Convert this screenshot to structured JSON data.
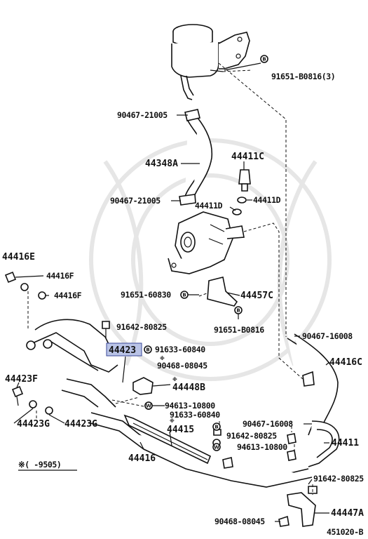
{
  "parts": {
    "p91651_b0816_3": "91651-B0816(3)",
    "p90467_21005_top": "90467-21005",
    "p44348a": "44348A",
    "p44411c": "44411C",
    "p90467_21005_mid": "90467-21005",
    "p44411d_left": "44411D",
    "p44411d_right": "44411D",
    "p44416e": "44416E",
    "p44416f_a": "44416F",
    "p44416f_b": "44416F",
    "p91651_60830": "91651-60830",
    "p44457c": "44457C",
    "p91651_b0816": "91651-B0816",
    "p91642_80825_top": "91642-80825",
    "p90467_16008_top": "90467-16008",
    "p44423": "44423",
    "p91633_60840_top": "91633-60840",
    "p90468_08045_top": "90468-08045",
    "p44416c": "44416C",
    "p44423f": "44423F",
    "p44448b": "44448B",
    "p94613_10800_top": "94613-10800",
    "p91633_60840_mid": "91633-60840",
    "p44423g_a": "44423G",
    "p44423g_b": "44423G",
    "p44415": "44415",
    "p90467_16008_mid": "90467-16008",
    "p91642_80825_mid": "91642-80825",
    "p94613_10800_mid": "94613-10800",
    "p44411": "44411",
    "p44416": "44416",
    "p91642_80825_bot": "91642-80825",
    "p44447a": "44447A",
    "p90468_08045_bot": "90468-08045"
  },
  "badge_letter": "B",
  "asterisk": "※",
  "note": "※(    -9505)",
  "diagram_code": "451020-B",
  "highlight_color": "#b9c3e6"
}
